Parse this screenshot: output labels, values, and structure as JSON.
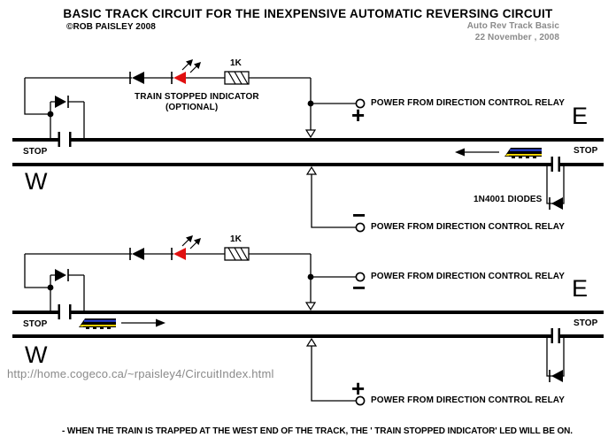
{
  "header": {
    "title": "BASIC TRACK CIRCUIT FOR THE INEXPENSIVE AUTOMATIC REVERSING CIRCUIT",
    "copyright": "©ROB PAISLEY 2008",
    "doc_name": "Auto Rev Track Basic",
    "doc_date": "22 November , 2008"
  },
  "schematic": {
    "indicator_label": "TRAIN STOPPED INDICATOR",
    "indicator_note": "(OPTIONAL)",
    "resistor_value": "1K",
    "power_label": "POWER FROM DIRECTION CONTROL RELAY",
    "diode_label": "1N4001 DIODES",
    "stop_label": "STOP",
    "east_label": "E",
    "west_label": "W",
    "plus": "+",
    "minus": "−"
  },
  "footer": {
    "url": "http://home.cogeco.ca/~rpaisley4/CircuitIndex.html",
    "note": "- WHEN THE TRAIN IS TRAPPED AT THE WEST END OF THE TRACK, THE ' TRAIN STOPPED INDICATOR' LED WILL BE ON."
  },
  "colors": {
    "led_on": "#e01010",
    "muted_text": "#8a8a8a",
    "train_blue": "#2741d6",
    "train_yellow": "#ffe000"
  }
}
